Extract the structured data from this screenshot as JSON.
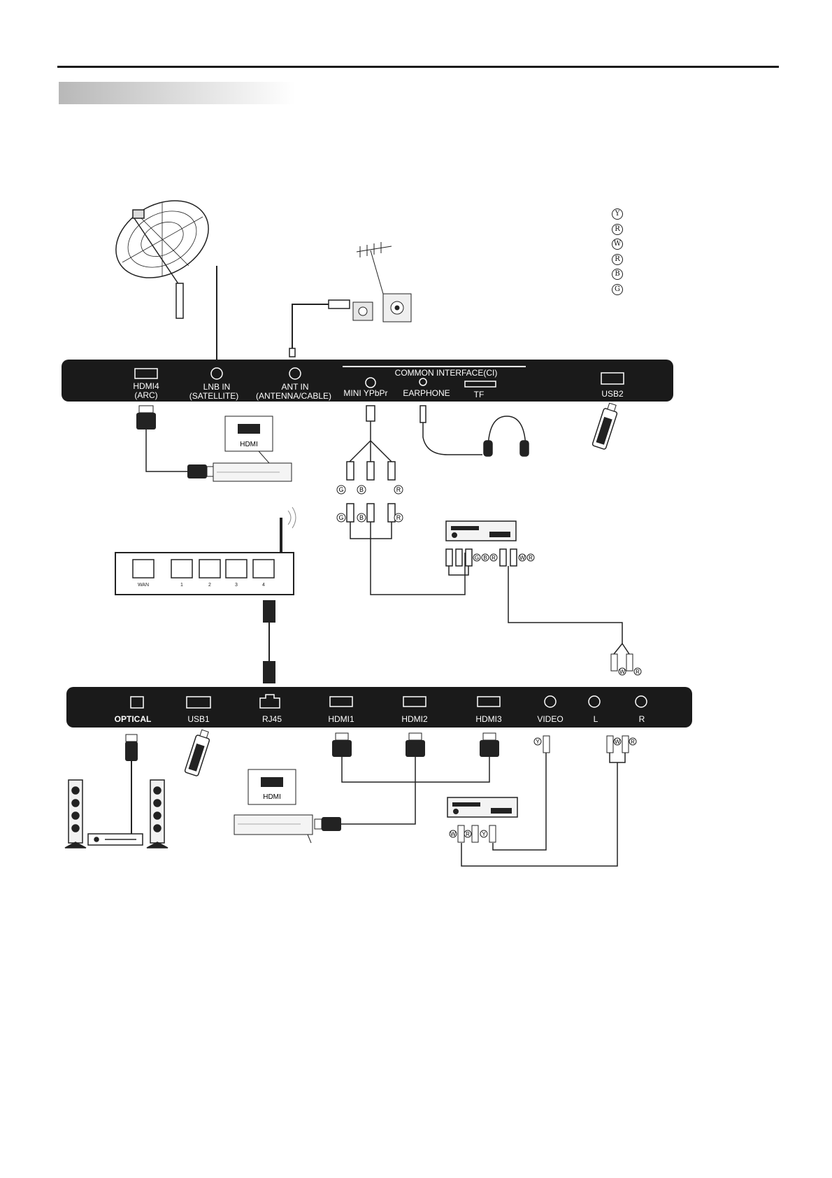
{
  "legend": [
    "Y",
    "R",
    "W",
    "R",
    "B",
    "G"
  ],
  "upper_panel": {
    "hdmi4": "HDMI4",
    "hdmi4_sub": "(ARC)",
    "lnb": "LNB  IN",
    "lnb_sub": "(SATELLITE)",
    "ant": "ANT  IN",
    "ant_sub": "(ANTENNA/CABLE)",
    "ci": "COMMON INTERFACE(CI)",
    "mini_ypbpr": "MINI YPbPr",
    "earphone": "EARPHONE",
    "tf": "TF",
    "usb2": "USB2"
  },
  "lower_panel": {
    "optical": "OPTICAL",
    "usb1": "USB1",
    "rj45": "RJ45",
    "hdmi1": "HDMI1",
    "hdmi2": "HDMI2",
    "hdmi3": "HDMI3",
    "video": "VIDEO",
    "l": "L",
    "r": "R"
  },
  "devices": {
    "hdmi_box_label": "HDMI",
    "router_ports": [
      "WAN",
      "1",
      "2",
      "3",
      "4"
    ]
  },
  "rca": {
    "ypbpr_top": [
      "G",
      "B",
      "R"
    ],
    "ypbpr_bottom": [
      "G",
      "B",
      "R"
    ],
    "player_component": [
      "G",
      "B",
      "R"
    ],
    "player_audio": [
      "W",
      "R"
    ],
    "lr_plug": [
      "W",
      "R"
    ],
    "video_plug": "Y",
    "bottom_player_out": [
      "W",
      "R",
      "Y"
    ],
    "lr_bottom": [
      "W",
      "R"
    ]
  }
}
